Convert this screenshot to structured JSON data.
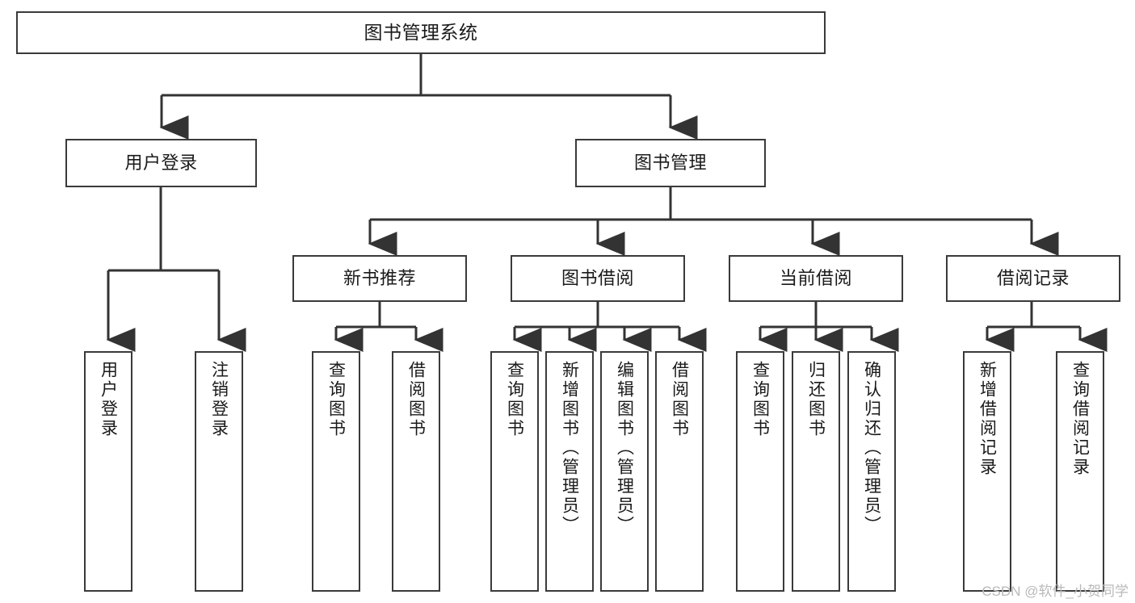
{
  "diagram": {
    "title": "图书管理系统",
    "type": "tree-structure-chart",
    "watermark": "CSDN @软件_小贺同学",
    "colors": {
      "box_border": "#3a3a3a",
      "box_fill": "#ffffff",
      "edge": "#333333",
      "text": "#1a1a1a",
      "watermark": "#b9b9b9",
      "background": "#ffffff"
    },
    "nodes": {
      "root": {
        "label": "图书管理系统"
      },
      "level2": [
        {
          "label": "用户登录"
        },
        {
          "label": "图书管理"
        }
      ],
      "level3": [
        {
          "label": "新书推荐"
        },
        {
          "label": "图书借阅"
        },
        {
          "label": "当前借阅"
        },
        {
          "label": "借阅记录"
        }
      ],
      "leaves": {
        "user_login": [
          {
            "label": "用户登录"
          },
          {
            "label": "注销登录"
          }
        ],
        "new_book_recommend": [
          {
            "label": "查询图书"
          },
          {
            "label": "借阅图书"
          }
        ],
        "book_borrow": [
          {
            "label": "查询图书"
          },
          {
            "label": "新增图书（管理员）"
          },
          {
            "label": "编辑图书（管理员）"
          },
          {
            "label": "借阅图书"
          }
        ],
        "current_borrow": [
          {
            "label": "查询图书"
          },
          {
            "label": "归还图书"
          },
          {
            "label": "确认归还（管理员）"
          }
        ],
        "borrow_record": [
          {
            "label": "新增借阅记录"
          },
          {
            "label": "查询借阅记录"
          }
        ]
      }
    }
  }
}
